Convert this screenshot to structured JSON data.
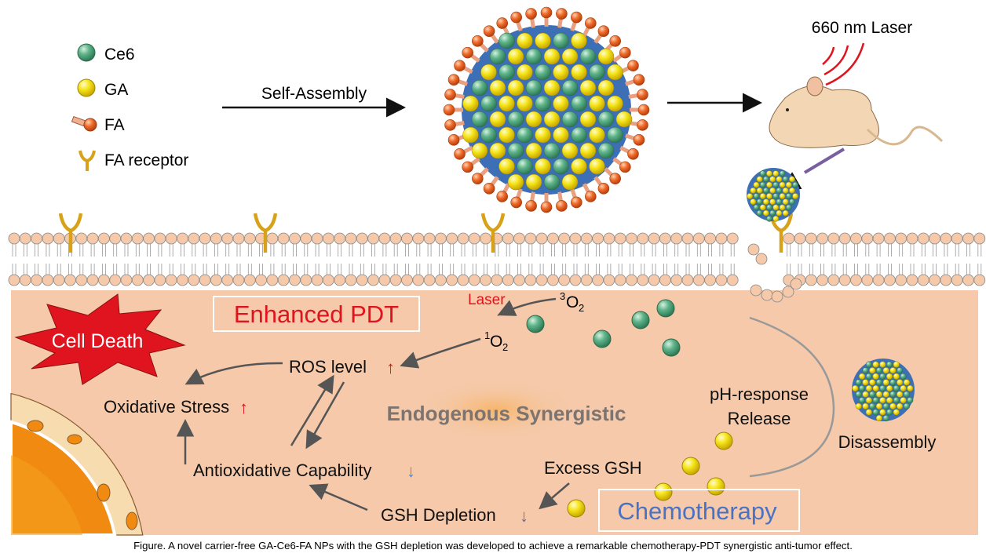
{
  "legend": {
    "items": [
      {
        "label": "Ce6",
        "icon": "green-sphere"
      },
      {
        "label": "GA",
        "icon": "yellow-sphere"
      },
      {
        "label": "FA",
        "icon": "fa-ligand"
      },
      {
        "label": "FA receptor",
        "icon": "y-receptor"
      }
    ]
  },
  "labels": {
    "self_assembly": "Self-Assembly",
    "laser_660": "660 nm Laser",
    "enhanced_pdt": "Enhanced PDT",
    "cell_death": "Cell Death",
    "laser": "Laser",
    "triplet_o2_sup": "3",
    "singlet_o2_sup": "1",
    "o2": "O",
    "o2_sub": "2",
    "ros_level": "ROS level",
    "oxidative_stress": "Oxidative Stress",
    "antioxidative": "Antioxidative Capability",
    "gsh_depletion": "GSH Depletion",
    "endogenous": "Endogenous Synergistic",
    "ph_response": "pH-response",
    "release": "Release",
    "disassembly": "Disassembly",
    "excess_gsh": "Excess GSH",
    "chemotherapy": "Chemotherapy",
    "up_arrow": "↑",
    "down_arrow": "↓"
  },
  "caption": "Figure. A novel carrier-free GA-Ce6-FA NPs with the GSH depletion was developed to achieve a remarkable chemotherapy-PDT synergistic anti-tumor effect.",
  "colors": {
    "ce6": "#4fa37a",
    "ga": "#f2e21a",
    "fa": "#ee6a2a",
    "core": "#3c6fb6",
    "cytoplasm": "#f5c9a9",
    "red": "#e0141e",
    "blue": "#4a72c4",
    "gray_text": "#7b7471"
  }
}
